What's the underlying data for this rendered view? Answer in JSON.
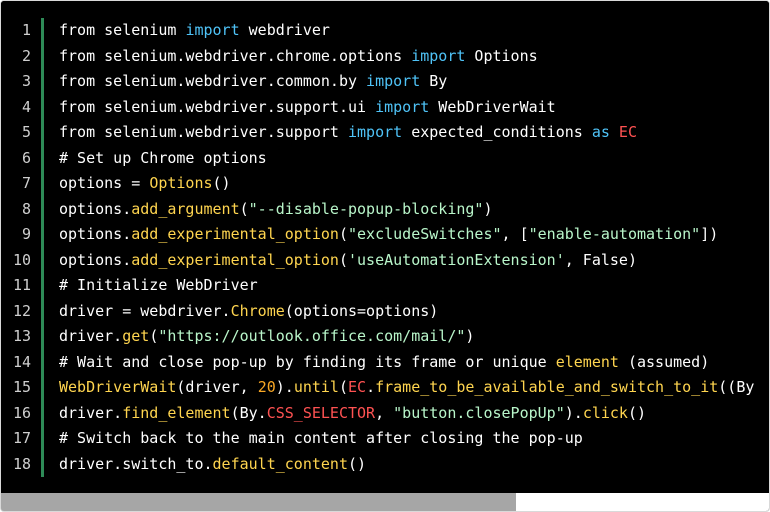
{
  "colors": {
    "background": "#000000",
    "gutter_border": "#2e8b57",
    "keyword": "#4fc3f7",
    "builtin": "#ffd54f",
    "string": "#b9f6ca",
    "number": "#f9a825",
    "constant": "#ff5252"
  },
  "scroll": {
    "horizontal_position_fraction": 0.0,
    "visible_fraction": 0.67
  },
  "code": {
    "line_numbers": [
      "1",
      "2",
      "3",
      "4",
      "5",
      "6",
      "7",
      "8",
      "9",
      "10",
      "11",
      "12",
      "13",
      "14",
      "15",
      "16",
      "17",
      "18"
    ],
    "lines": [
      [
        [
          "plain",
          "from selenium "
        ],
        [
          "keyword",
          "import"
        ],
        [
          "plain",
          " webdriver"
        ]
      ],
      [
        [
          "plain",
          "from selenium.webdriver.chrome.options "
        ],
        [
          "keyword",
          "import"
        ],
        [
          "plain",
          " Options"
        ]
      ],
      [
        [
          "plain",
          "from selenium.webdriver.common.by "
        ],
        [
          "keyword",
          "import"
        ],
        [
          "plain",
          " By"
        ]
      ],
      [
        [
          "plain",
          "from selenium.webdriver.support.ui "
        ],
        [
          "keyword",
          "import"
        ],
        [
          "plain",
          " WebDriverWait"
        ]
      ],
      [
        [
          "plain",
          "from selenium.webdriver.support "
        ],
        [
          "keyword",
          "import"
        ],
        [
          "plain",
          " expected_conditions "
        ],
        [
          "keyword",
          "as"
        ],
        [
          "plain",
          " "
        ],
        [
          "constant",
          "EC"
        ]
      ],
      [
        [
          "comment",
          "# Set up Chrome options"
        ]
      ],
      [
        [
          "plain",
          "options = "
        ],
        [
          "builtin",
          "Options"
        ],
        [
          "plain",
          "()"
        ]
      ],
      [
        [
          "plain",
          "options."
        ],
        [
          "builtin",
          "add_argument"
        ],
        [
          "plain",
          "("
        ],
        [
          "string",
          "\"--disable-popup-blocking\""
        ],
        [
          "plain",
          ")"
        ]
      ],
      [
        [
          "plain",
          "options."
        ],
        [
          "builtin",
          "add_experimental_option"
        ],
        [
          "plain",
          "("
        ],
        [
          "string",
          "\"excludeSwitches\""
        ],
        [
          "plain",
          ", ["
        ],
        [
          "string",
          "\"enable-automation\""
        ],
        [
          "plain",
          "])"
        ]
      ],
      [
        [
          "plain",
          "options."
        ],
        [
          "builtin",
          "add_experimental_option"
        ],
        [
          "plain",
          "("
        ],
        [
          "string",
          "'useAutomationExtension'"
        ],
        [
          "plain",
          ", False)"
        ]
      ],
      [
        [
          "comment",
          "# Initialize WebDriver"
        ]
      ],
      [
        [
          "plain",
          "driver = webdriver."
        ],
        [
          "builtin",
          "Chrome"
        ],
        [
          "plain",
          "(options=options)"
        ]
      ],
      [
        [
          "plain",
          "driver."
        ],
        [
          "builtin",
          "get"
        ],
        [
          "plain",
          "("
        ],
        [
          "string",
          "\"https://outlook.office.com/mail/\""
        ],
        [
          "plain",
          ")"
        ]
      ],
      [
        [
          "comment",
          "# Wait and close pop-up by finding its frame or unique "
        ],
        [
          "builtin",
          "element"
        ],
        [
          "comment",
          " (assumed)"
        ]
      ],
      [
        [
          "builtin",
          "WebDriverWait"
        ],
        [
          "plain",
          "(driver, "
        ],
        [
          "number",
          "20"
        ],
        [
          "plain",
          ")."
        ],
        [
          "builtin",
          "until"
        ],
        [
          "plain",
          "("
        ],
        [
          "constant",
          "EC"
        ],
        [
          "plain",
          "."
        ],
        [
          "builtin",
          "frame_to_be_available_and_switch_to_it"
        ],
        [
          "plain",
          "((By"
        ]
      ],
      [
        [
          "plain",
          "driver."
        ],
        [
          "builtin",
          "find_element"
        ],
        [
          "plain",
          "(By."
        ],
        [
          "constant",
          "CSS_SELECTOR"
        ],
        [
          "plain",
          ", "
        ],
        [
          "string",
          "\"button.closePopUp\""
        ],
        [
          "plain",
          ")."
        ],
        [
          "builtin",
          "click"
        ],
        [
          "plain",
          "()"
        ]
      ],
      [
        [
          "comment",
          "# Switch back to the main content after closing the pop-up"
        ]
      ],
      [
        [
          "plain",
          "driver.switch_to."
        ],
        [
          "builtin",
          "default_content"
        ],
        [
          "plain",
          "()"
        ]
      ]
    ]
  }
}
